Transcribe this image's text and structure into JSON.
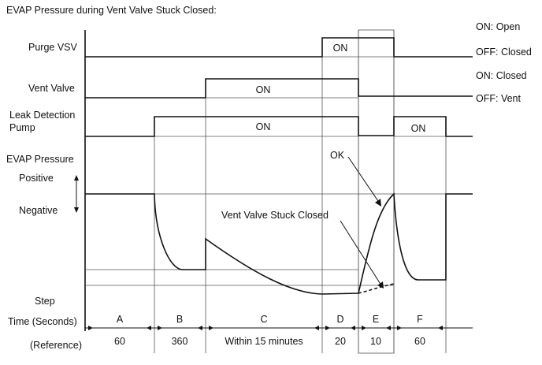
{
  "title": "EVAP Pressure during Vent Valve Stuck Closed:",
  "signals": {
    "purge_vsv": {
      "label": "Purge VSV",
      "on_text": "ON",
      "state_on": "ON: Open",
      "state_off": "OFF: Closed"
    },
    "vent_valve": {
      "label": "Vent Valve",
      "on_text": "ON",
      "state_on": "ON: Closed",
      "state_off": "OFF: Vent"
    },
    "leak_detection_pump": {
      "label_line1": "Leak Detection",
      "label_line2": "Pump",
      "on_text": "ON",
      "on_text_f": "ON"
    }
  },
  "pressure": {
    "label": "EVAP Pressure",
    "positive": "Positive",
    "negative": "Negative",
    "step": "Step",
    "ok_label": "OK",
    "stuck_label": "Vent Valve Stuck Closed"
  },
  "time_row": {
    "label": "Time (Seconds)",
    "reference_label": "(Reference)",
    "phases": [
      "A",
      "B",
      "C",
      "D",
      "E",
      "F"
    ],
    "durations": [
      "60",
      "360",
      "Within 15 minutes",
      "20",
      "10",
      "60"
    ]
  }
}
